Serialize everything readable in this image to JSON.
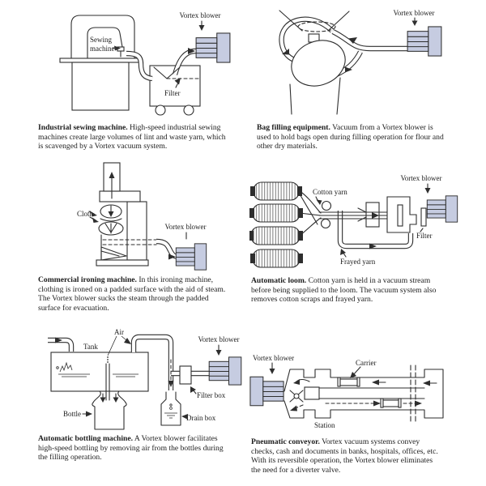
{
  "page": {
    "background": "#ffffff",
    "line_color": "#2e2e2e",
    "text_color": "#1c1c1c",
    "blower_fill": "#c6cce1"
  },
  "panels": [
    {
      "name": "industrial-sewing-machine",
      "caption_title": "Industrial sewing machine.",
      "caption_body": " High-speed industrial sewing machines create large volumes of lint and waste yarn, which is scavenged by a Vortex vacuum system.",
      "labels": {
        "vortex_blower": "Vortex blower",
        "sewing_line1": "Sewing",
        "sewing_line2": "machine",
        "filter": "Filter"
      }
    },
    {
      "name": "bag-filling-equipment",
      "caption_title": "Bag filling equipment.",
      "caption_body": " Vacuum from a Vortex blower is used to hold bags open during filling operation for flour and other dry materials.",
      "labels": {
        "vortex_blower": "Vortex blower"
      }
    },
    {
      "name": "commercial-ironing-machine",
      "caption_title": "Commercial ironing machine.",
      "caption_body": " In this ironing machine, clothing is ironed on a padded surface with the aid of steam. The Vortex blower sucks the steam through the padded surface for evacuation.",
      "labels": {
        "vortex_blower": "Vortex blower",
        "cloth": "Cloth"
      }
    },
    {
      "name": "automatic-loom",
      "caption_title": "Automatic loom.",
      "caption_body": " Cotton yarn is held in a vacuum stream before being supplied to the loom. The vacuum system also removes cotton scraps and frayed yarn.",
      "labels": {
        "vortex_blower": "Vortex blower",
        "cotton_yarn": "Cotton yarn",
        "filter": "Filter",
        "frayed_yarn": "Frayed yarn"
      }
    },
    {
      "name": "automatic-bottling-machine",
      "caption_title": "Automatic bottling machine.",
      "caption_body": " A Vortex blower facilitates high-speed bottling by removing air from the bottles during the filling operation.",
      "labels": {
        "vortex_blower": "Vortex blower",
        "air": "Air",
        "tank": "Tank",
        "bottle": "Bottle",
        "filter_box": "Filter box",
        "drain_box": "Drain box"
      }
    },
    {
      "name": "pneumatic-conveyor",
      "caption_title": "Pneumatic conveyor.",
      "caption_body": " Vortex vacuum systems convey checks, cash and documents in banks, hospitals, offices, etc. With its reversible operation, the Vortex blower eliminates the need for a diverter valve.",
      "labels": {
        "vortex_blower": "Vortex blower",
        "carrier": "Carrier",
        "station": "Station"
      }
    }
  ]
}
